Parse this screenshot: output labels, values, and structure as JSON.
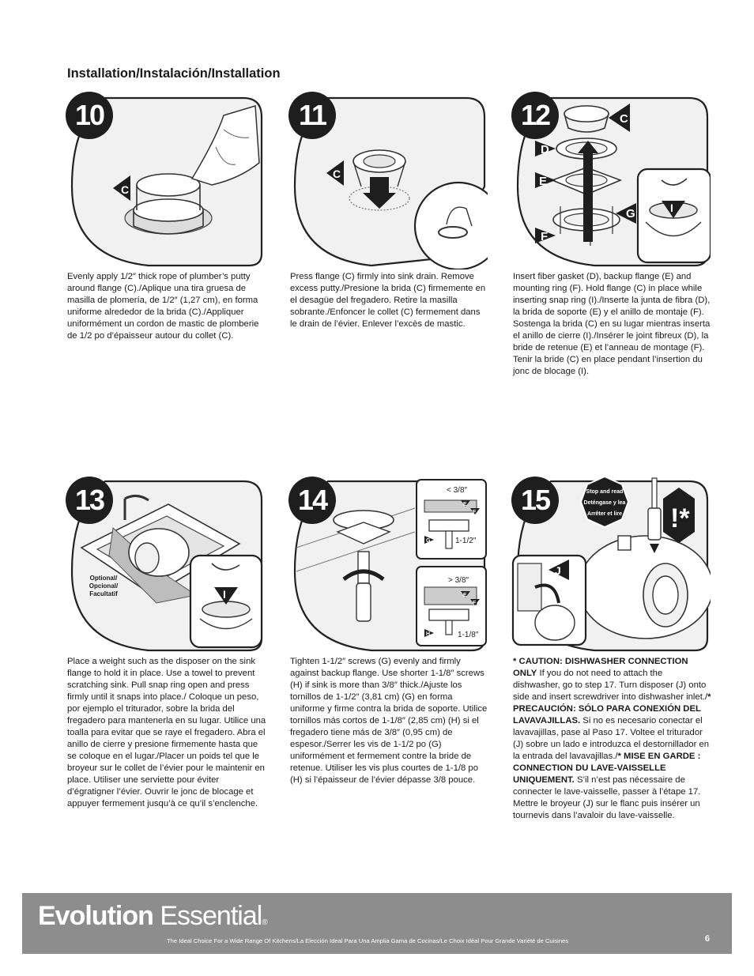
{
  "section_title": "Installation/Instalación/Installation",
  "steps": [
    {
      "number": "10",
      "labels": [
        "C"
      ],
      "text": "Evenly apply 1/2″ thick rope of plumber’s putty around flange (C)./Aplique una tira gruesa de masilla de plomería, de 1/2″ (1,27 cm), en forma uniforme alrededor de la brida (C)./Appliquer uniformément un cordon de mastic de plomberie de 1/2 po d’épaisseur autour du collet (C)."
    },
    {
      "number": "11",
      "labels": [
        "C"
      ],
      "text": "Press flange (C) firmly into sink drain. Remove excess putty./Presione la brida (C) firmemente en el desagüe del fregadero. Retire la masilla sobrante./Enfoncer le collet (C) fermement dans le drain de l’évier. Enlever l’excès de mastic."
    },
    {
      "number": "12",
      "labels": [
        "C",
        "D",
        "E",
        "G",
        "F",
        "I"
      ],
      "text": "Insert fiber gasket (D), backup flange (E) and mounting ring (F). Hold flange (C) in place while inserting snap ring (I)./Inserte la junta de fibra (D), la brida de soporte (E) y el anillo de montaje (F). Sostenga la brida (C) en su lugar mientras inserta el anillo de cierre (I)./Insérer le joint fibreux (D), la bride de retenue (E) et l’anneau de montage (F). Tenir la bride (C) en place pendant l’insertion du jonc de blocage (I)."
    },
    {
      "number": "13",
      "labels": [
        "I"
      ],
      "optional_label": "Optional/ Opcional/ Facultatif",
      "text": "Place a weight such as the disposer on the sink flange to hold it in place. Use a towel to prevent scratching sink. Pull snap ring open and press firmly until it snaps into place./ Coloque un peso, por ejemplo el triturador, sobre la brida del fregadero para mantenerla en su lugar. Utilice una toalla para evitar que se raye el fregadero. Abra el anillo de cierre y presione firmemente hasta que se coloque en el lugar./Placer un poids tel que le broyeur sur le collet de l’évier pour le maintenir en place. Utiliser une serviette pour éviter d’égratigner l’évier. Ouvrir le jonc de blocage et appuyer fermement jusqu’à ce qu’il s’enclenche."
    },
    {
      "number": "14",
      "labels": [
        "E",
        "F",
        "G",
        "E",
        "F",
        "H"
      ],
      "measure_top": "< 3/8″",
      "measure_top_screw": "1-1/2″",
      "measure_bottom": "> 3/8″",
      "measure_bottom_screw": "1-1/8″",
      "text": "Tighten 1-1/2″ screws (G) evenly and firmly against backup flange. Use shorter 1-1/8″ screws (H) if sink is more than 3/8″ thick./Ajuste los tornillos de 1-1/2″ (3,81 cm) (G) en forma uniforme y firme contra la brida de soporte. Utilice tornillos más cortos de 1-1/8″ (2,85 cm) (H) si el fregadero tiene más de 3/8″ (0,95 cm) de espesor./Serrer les vis de 1-1/2 po (G) uniformément et fermement contre la bride de retenue. Utiliser les vis plus courtes de 1-1/8 po (H) si l’épaisseur de l’évier dépasse 3/8 pouce."
    },
    {
      "number": "15",
      "labels": [
        "J"
      ],
      "stop_sign": [
        "Stop and read",
        "Deténgase y lea",
        "Arrêter et lire"
      ],
      "caution_mark": "!*",
      "text_parts": [
        {
          "bold": true,
          "t": "* CAUTION: DISHWASHER CONNECTION ONLY"
        },
        {
          "bold": false,
          "t": " If you do not need to attach the dishwasher, go to step 17. Turn disposer (J) onto side and insert screwdriver into dishwasher inlet./"
        },
        {
          "bold": true,
          "t": "* PRECAUCIÓN: SÓLO PARA CONEXIÓN DEL LAVAVAJILLAS."
        },
        {
          "bold": false,
          "t": " Si no es necesario conectar el lavavajillas, pase al Paso 17. Voltee el triturador (J) sobre un lado e introduzca el destornillador en la entrada del lavavajillas./"
        },
        {
          "bold": true,
          "t": "* MISE EN GARDE : CONNECTION DU LAVE-VAISSELLE UNIQUEMENT."
        },
        {
          "bold": false,
          "t": " S’il n’est pas nécessaire de connecter le lave-vaisselle, passer à l’étape 17. Mettre le broyeur (J) sur le flanc puis insérer un tournevis dans l’avaloir du lave-vaisselle."
        }
      ]
    }
  ],
  "footer": {
    "brand_bold": "Evolution",
    "brand_light": "Essential",
    "brand_mark": "®",
    "tagline": "The Ideal Choice For a Wide Range Of Kitchens/La Elección Ideal Para Una Amplia Gama de Cocinas/Le Choix Idéal Pour Grande Variété de Cuisines",
    "page_number": "6"
  },
  "colors": {
    "ink": "#1a1a1a",
    "badge": "#1e1e1e",
    "footer": "#8d8d8d",
    "panel_fill": "#efefef"
  }
}
